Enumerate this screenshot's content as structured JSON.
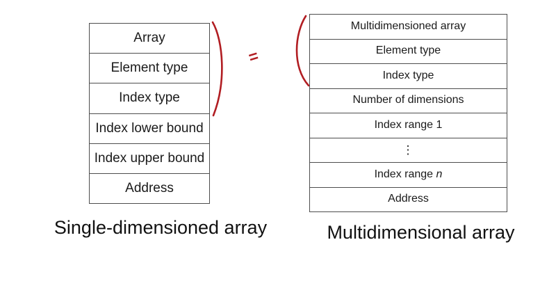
{
  "colors": {
    "annotation_red": "#b11d22",
    "table_border": "#4d4d4d",
    "text": "#1a1a1a",
    "background": "#ffffff"
  },
  "left_table": {
    "rows": [
      {
        "text": "Array"
      },
      {
        "text": "Element type"
      },
      {
        "text": "Index type"
      },
      {
        "text": "Index lower bound"
      },
      {
        "text": "Index upper bound"
      },
      {
        "text": "Address"
      }
    ],
    "caption": "Single-dimensioned array"
  },
  "right_table": {
    "rows": [
      {
        "text": "Multidimensioned array"
      },
      {
        "text": "Element type"
      },
      {
        "text": "Index type"
      },
      {
        "text": "Number of dimensions"
      },
      {
        "text": "Index range 1"
      },
      {
        "text": "⋮",
        "dots": true
      },
      {
        "text": "Index range ",
        "italic_suffix": "n"
      },
      {
        "text": "Address"
      }
    ],
    "caption": "Multidimensional array"
  },
  "annotations": {
    "equals_label": "=",
    "left_paren_shape": "closing-parenthesis",
    "right_paren_shape": "opening-parenthesis"
  }
}
